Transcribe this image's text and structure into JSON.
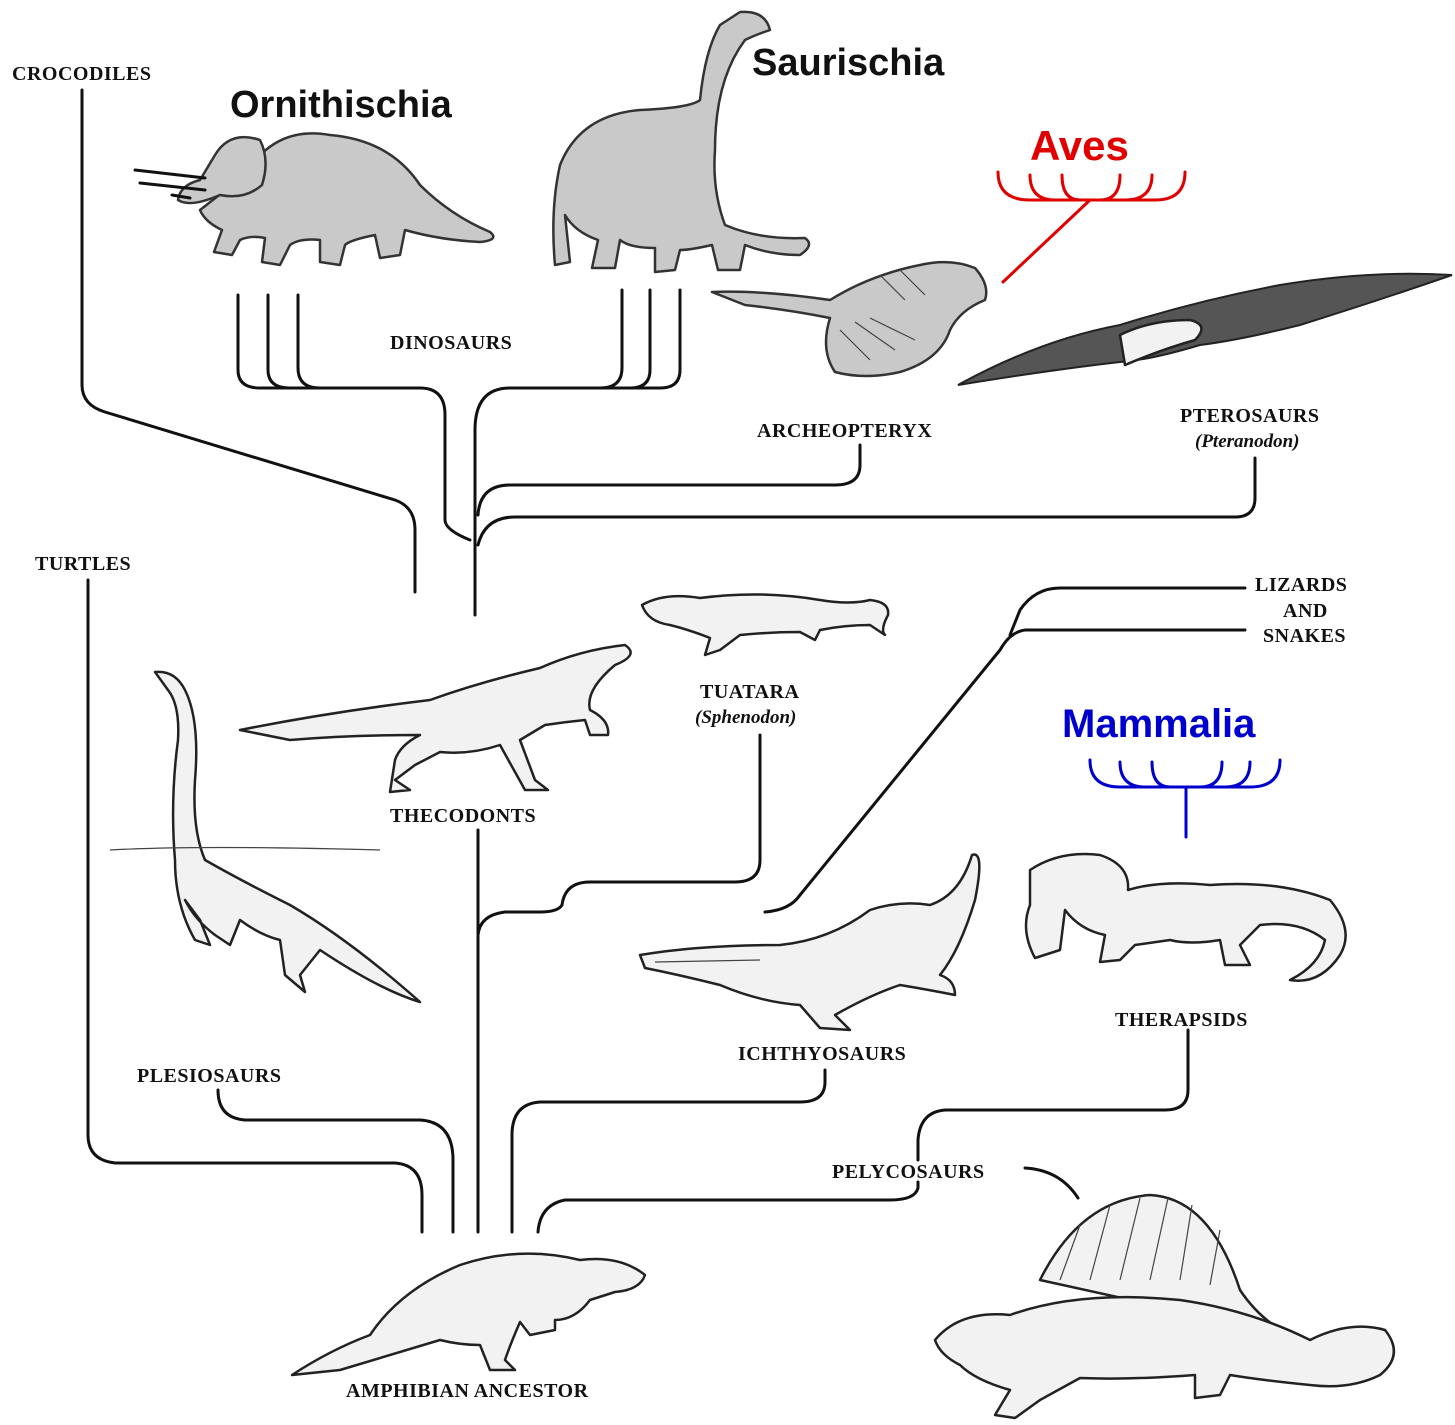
{
  "groups": {
    "ornithischia": "Ornithischia",
    "saurischia": "Saurischia",
    "aves": "Aves",
    "mammalia": "Mammalia"
  },
  "labels": {
    "crocodiles": "CROCODILES",
    "dinosaurs": "DINOSAURS",
    "archeopteryx": "ARCHEOPTERYX",
    "pterosaurs": "PTEROSAURS",
    "pterosaurs_genus": "(Pteranodon)",
    "turtles": "TURTLES",
    "lizards_line1": "LIZARDS",
    "lizards_line2": "AND",
    "lizards_line3": "SNAKES",
    "tuatara": "TUATARA",
    "tuatara_genus": "(Sphenodon)",
    "thecodonts": "THECODONTS",
    "ichthyosaurs": "ICHTHYOSAURS",
    "therapsids": "THERAPSIDS",
    "plesiosaurs": "PLESIOSAURS",
    "pelycosaurs": "PELYCOSAURS",
    "amphibian_ancestor": "AMPHIBIAN ANCESTOR"
  },
  "colors": {
    "aves": "#e00000",
    "mammalia": "#0000cc",
    "ink": "#111111"
  }
}
